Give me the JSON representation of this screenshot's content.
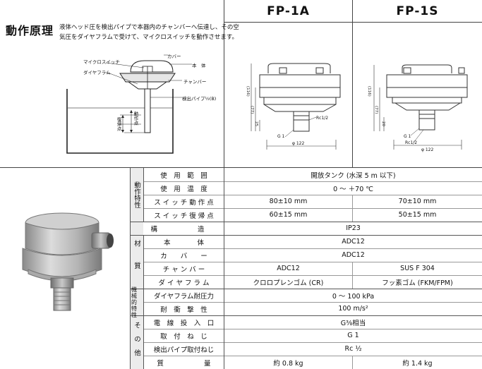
{
  "header": {
    "model_a": "FP-1A",
    "model_s": "FP-1S"
  },
  "principle": {
    "title": "動作原理",
    "description": "液体ヘッド圧を検出パイプで本器内のチャンバーへ伝達し、その空気圧をダイヤフラムで受けて、マイクロスイッチを動作させます。",
    "diagram_labels": {
      "microswitch": "マイクロスイッチ",
      "cover": "カバー",
      "body": "本　体",
      "diaphragm": "ダイヤフラム",
      "chamber": "チャンバー",
      "detection_pipe": "検出パイプ½(B)",
      "return_point": "復帰点",
      "operation_point": "動作点"
    }
  },
  "drawing_dims": {
    "fp1a": {
      "h116": "(116)",
      "h77": "(77)",
      "h25": "25",
      "rc": "Rc1/2",
      "g": "G 1",
      "dia": "φ 122"
    },
    "fp1s": {
      "h116": "(116)",
      "h77": "(77)",
      "h20": "20",
      "g": "G 1",
      "rc": "Rc1/2",
      "dia": "φ 122"
    }
  },
  "specs": {
    "groups": {
      "operation": "動作特性",
      "material": "材質",
      "mechanical": "機械的特性",
      "other": "その他"
    },
    "rows": [
      {
        "label": "使　用　範　囲",
        "value": "開放タンク (水深 5 m 以下)"
      },
      {
        "label": "使　用　温　度",
        "value": "0 〜 ＋70 ℃"
      },
      {
        "label": "ス イ ッ チ 動 作 点",
        "a": "80±10 mm",
        "s": "70±10 mm"
      },
      {
        "label": "ス イ ッ チ 復 帰 点",
        "a": "60±15 mm",
        "s": "50±15 mm"
      },
      {
        "label": "構　　　　　　造",
        "value": "IP23"
      },
      {
        "label": "本　　　　体",
        "value": "ADC12"
      },
      {
        "label": "カ　　バ　　ー",
        "value": "ADC12"
      },
      {
        "label": "チ ャ ン バ ー",
        "a": "ADC12",
        "s": "SUS F 304"
      },
      {
        "label": "ダ イ ヤ フ ラ ム",
        "a": "クロロプレンゴム (CR)",
        "s": "フッ素ゴム (FKM/FPM)"
      },
      {
        "label": "ダイヤフラム耐圧力",
        "value": "0 〜 100 kPa"
      },
      {
        "label": "耐　衝　撃　性",
        "value": "100 m/s²"
      },
      {
        "label": "電　線　投　入　口",
        "value": "G⅜相当"
      },
      {
        "label": "取　付　ね　じ",
        "value": "G 1"
      },
      {
        "label": "検出パイプ取付ねじ",
        "value": "Rc ½"
      },
      {
        "label": "質　　　　　　量",
        "a": "約 0.8 kg",
        "s": "約 1.4 kg"
      }
    ]
  }
}
